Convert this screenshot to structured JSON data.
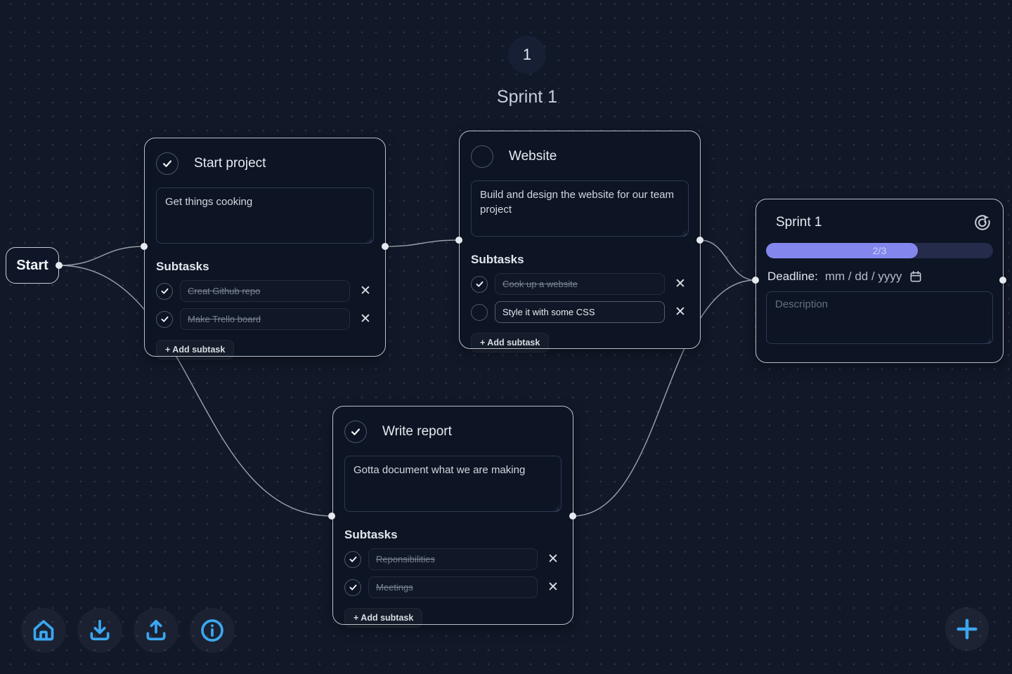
{
  "colors": {
    "background": "#111828",
    "card_background": "#0d1423",
    "card_border": "#b9c0cb",
    "accent_blue": "#3ba7f2",
    "progress_fill": "#8387ed",
    "progress_track": "#252b4a",
    "edge": "#9aa2ae"
  },
  "icons": {
    "close": "✕"
  },
  "header": {
    "badge": "1",
    "title": "Sprint 1"
  },
  "start_node": {
    "label": "Start"
  },
  "cards": [
    {
      "title": "Start project",
      "completed": true,
      "description": "Get things cooking",
      "subtasks_label": "Subtasks",
      "add_subtask_label": "+ Add subtask",
      "subtasks": [
        {
          "text": "Creat Github repo",
          "done": true
        },
        {
          "text": "Make Trello board",
          "done": true
        }
      ]
    },
    {
      "title": "Website",
      "completed": false,
      "description": "Build and design the website for our team project",
      "subtasks_label": "Subtasks",
      "add_subtask_label": "+ Add subtask",
      "subtasks": [
        {
          "text": "Cook up a website",
          "done": true
        },
        {
          "text": "Style it with some CSS",
          "done": false
        }
      ]
    },
    {
      "title": "Write report",
      "completed": true,
      "description": "Gotta document what we are making",
      "subtasks_label": "Subtasks",
      "add_subtask_label": "+ Add subtask",
      "subtasks": [
        {
          "text": "Reponsibilities",
          "done": true
        },
        {
          "text": "Meetings",
          "done": true
        }
      ]
    }
  ],
  "sprint_panel": {
    "title": "Sprint 1",
    "progress_label": "2/3",
    "progress_percent": 67,
    "deadline_label": "Deadline:",
    "deadline_value": "mm / dd / yyyy",
    "description_placeholder": "Description"
  },
  "toolbar": {
    "buttons": [
      "home",
      "download",
      "upload",
      "info"
    ]
  }
}
